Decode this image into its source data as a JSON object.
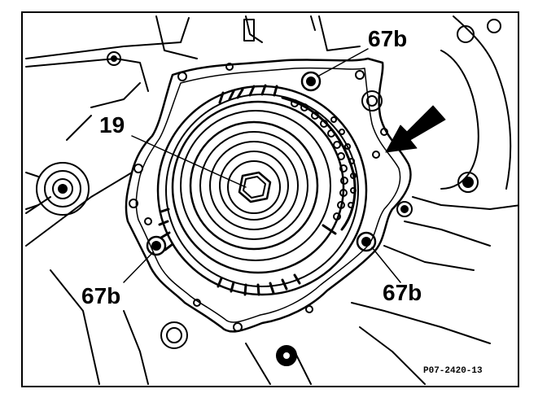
{
  "labels": {
    "part_19": "19",
    "bolt_top": "67b",
    "bolt_left": "67b",
    "bolt_right": "67b"
  },
  "figure_code": "P07-2420-13",
  "icons": {
    "indicator": "arrow-icon"
  }
}
